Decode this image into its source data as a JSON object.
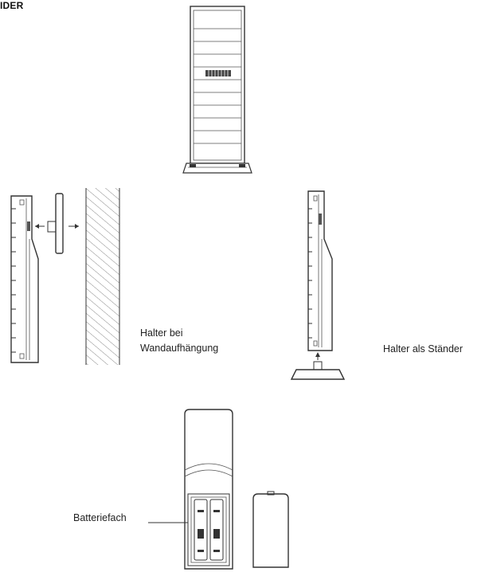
{
  "heading": "IDER",
  "labels": {
    "wall_mount_line1": "Halter bei",
    "wall_mount_line2": "Wandaufhängung",
    "stand": "Halter als Ständer",
    "battery": "Batteriefach"
  }
}
